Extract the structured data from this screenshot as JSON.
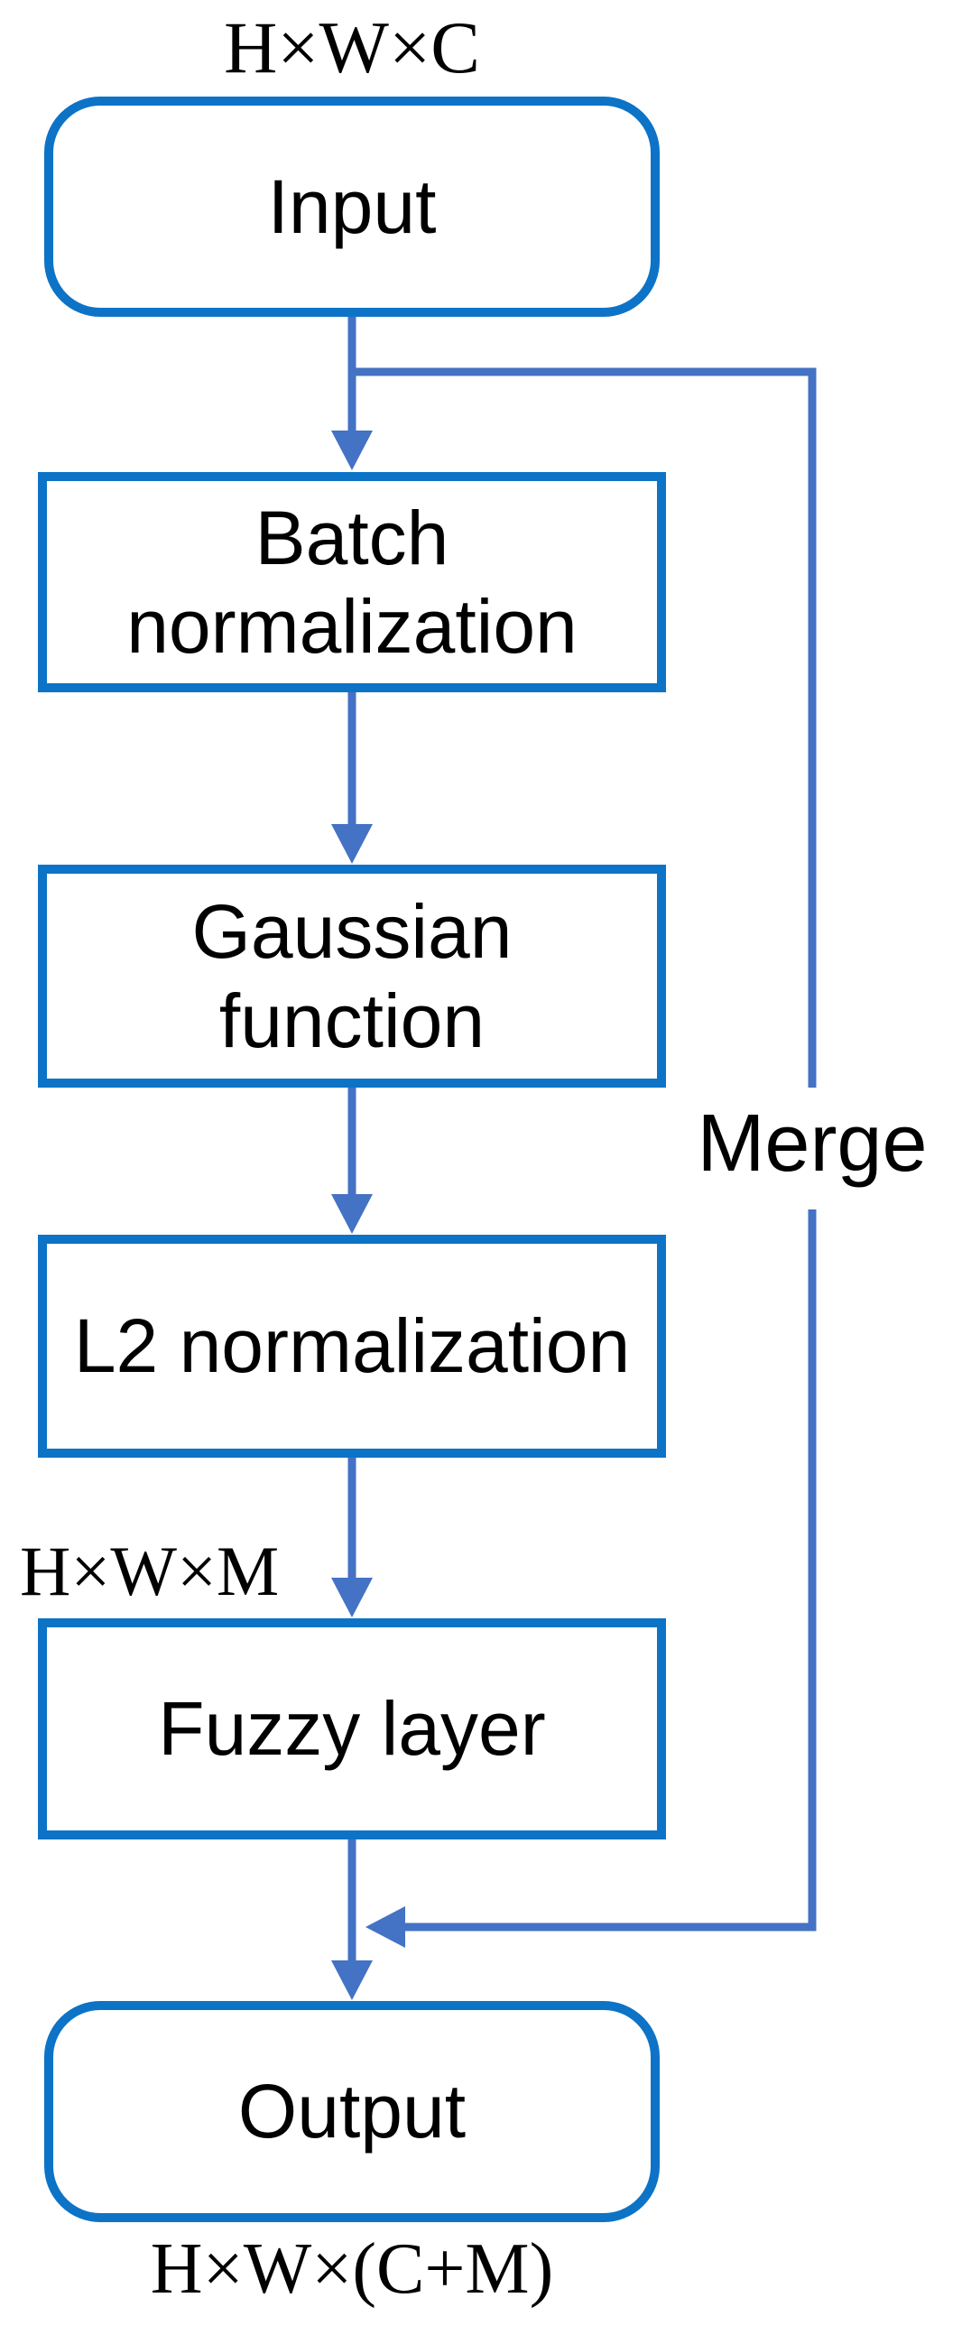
{
  "colors": {
    "background": "#ffffff",
    "node-border": "#0d73c6",
    "connector": "#4472c4",
    "text": "#000000"
  },
  "nodes": [
    {
      "id": "input",
      "label": "Input",
      "shape": "rounded"
    },
    {
      "id": "batch-normalization",
      "label": "Batch normalization",
      "shape": "rect"
    },
    {
      "id": "gaussian-function",
      "label": "Gaussian function",
      "shape": "rect"
    },
    {
      "id": "l2-normalization",
      "label": "L2 normalization",
      "shape": "rect"
    },
    {
      "id": "fuzzy-layer",
      "label": "Fuzzy layer",
      "shape": "rect"
    },
    {
      "id": "output",
      "label": "Output",
      "shape": "rounded"
    }
  ],
  "labels": {
    "input_dims": "H×W×C",
    "fuzzy_dims": "H×W×M",
    "output_dims": "H×W×(C+M)",
    "merge": "Merge"
  }
}
